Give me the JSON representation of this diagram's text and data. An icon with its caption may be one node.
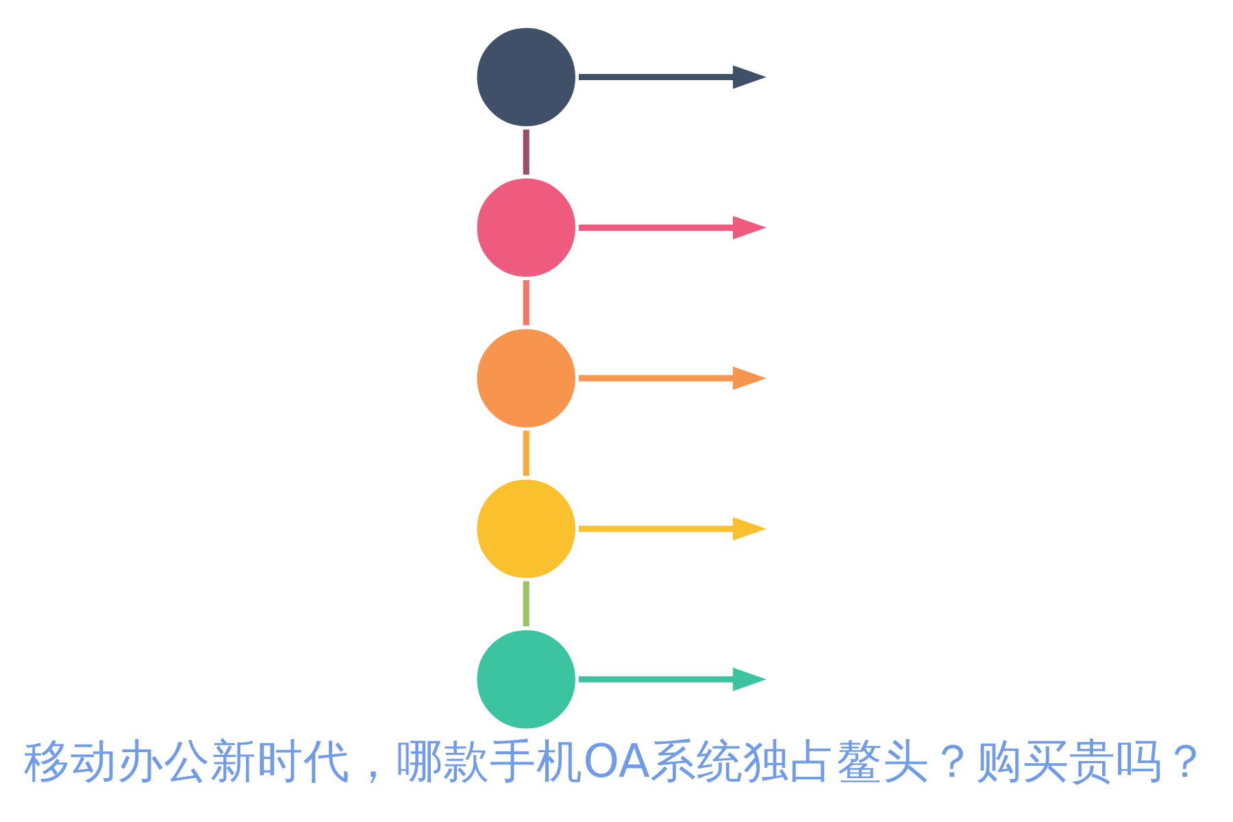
{
  "diagram": {
    "title": "移动办公新时代，哪款手机OA系统独占鳌头？购买贵吗？",
    "nodes": [
      {
        "text": [],
        "shape": "circle"
      },
      {
        "text": [],
        "shape": "circle"
      },
      {
        "text": [],
        "shape": "circle"
      },
      {
        "text": [],
        "shape": "circle"
      },
      {
        "text": [],
        "shape": "circle"
      }
    ],
    "edges": [
      {
        "from": 0,
        "to": null,
        "arrow": "to",
        "color": "#3f5068"
      },
      {
        "from": 1,
        "to": null,
        "arrow": "to",
        "color": "#ef5a7f"
      },
      {
        "from": 2,
        "to": null,
        "arrow": "to",
        "color": "#f7944e"
      },
      {
        "from": 3,
        "to": null,
        "arrow": "to",
        "color": "#fbc02d"
      },
      {
        "from": 4,
        "to": null,
        "arrow": "to",
        "color": "#3cc3a0"
      },
      {
        "from": 0,
        "to": 1,
        "arrow": "none",
        "color": "#9a4f6e"
      },
      {
        "from": 1,
        "to": 2,
        "arrow": "none",
        "color": "#f27767"
      },
      {
        "from": 2,
        "to": 3,
        "arrow": "none",
        "color": "#f9aa3e"
      },
      {
        "from": 3,
        "to": 4,
        "arrow": "none",
        "color": "#9ec266"
      }
    ]
  }
}
